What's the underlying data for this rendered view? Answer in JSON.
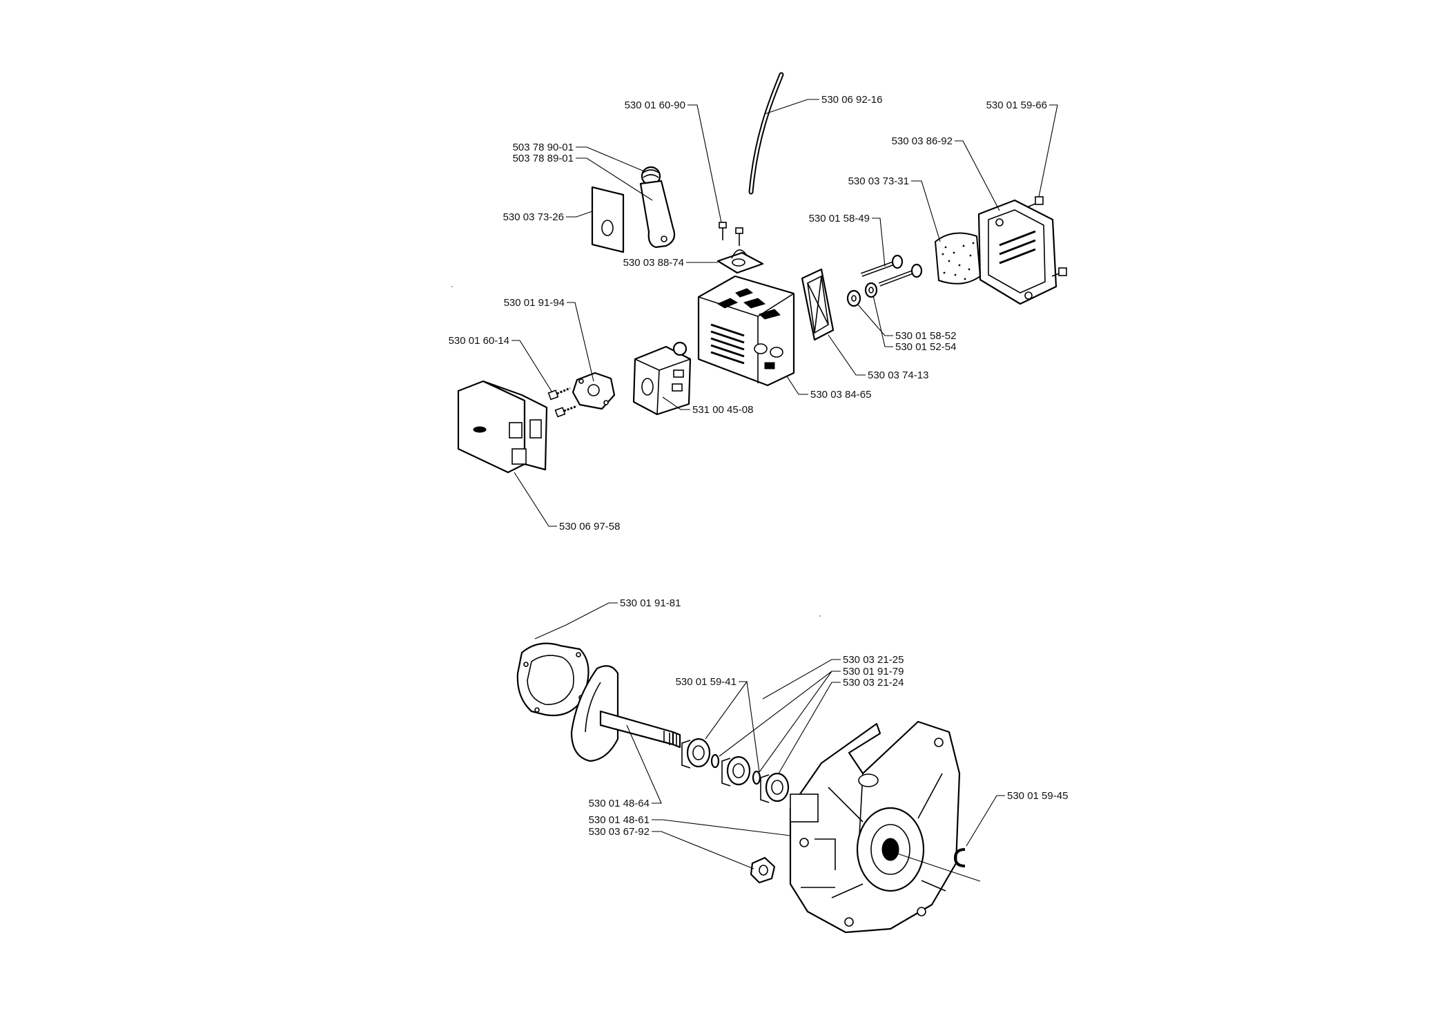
{
  "labels": {
    "l530069216": "530 06 92-16",
    "l530016090": "530 01 60-90",
    "l530015966": "530 01 59-66",
    "l530038692": "530 03 86-92",
    "l503789001": "503 78 90-01",
    "l503788901": "503 78 89-01",
    "l530037331": "530 03 73-31",
    "l530037326": "530 03 73-26",
    "l530015849": "530 01 58-49",
    "l530038874": "530 03 88-74",
    "l530019194": "530 01 91-94",
    "l530015852": "530 01 58-52",
    "l530015254": "530 01 52-54",
    "l530016014": "530 01 60-14",
    "l530037413": "530 03 74-13",
    "l530038465": "530 03 84-65",
    "l531004508": "531 00 45-08",
    "l530069758": "530 06 97-58",
    "l530019181": "530 01 91-81",
    "l530032125": "530 03 21-25",
    "l530019179": "530 01 91-79",
    "l530015941": "530 01 59-41",
    "l530032124": "530 03 21-24",
    "l530015945": "530 01 59-45",
    "l530014864": "530 01 48-64",
    "l530014861": "530 01 48-61",
    "l530036792": "530 03 67-92"
  }
}
